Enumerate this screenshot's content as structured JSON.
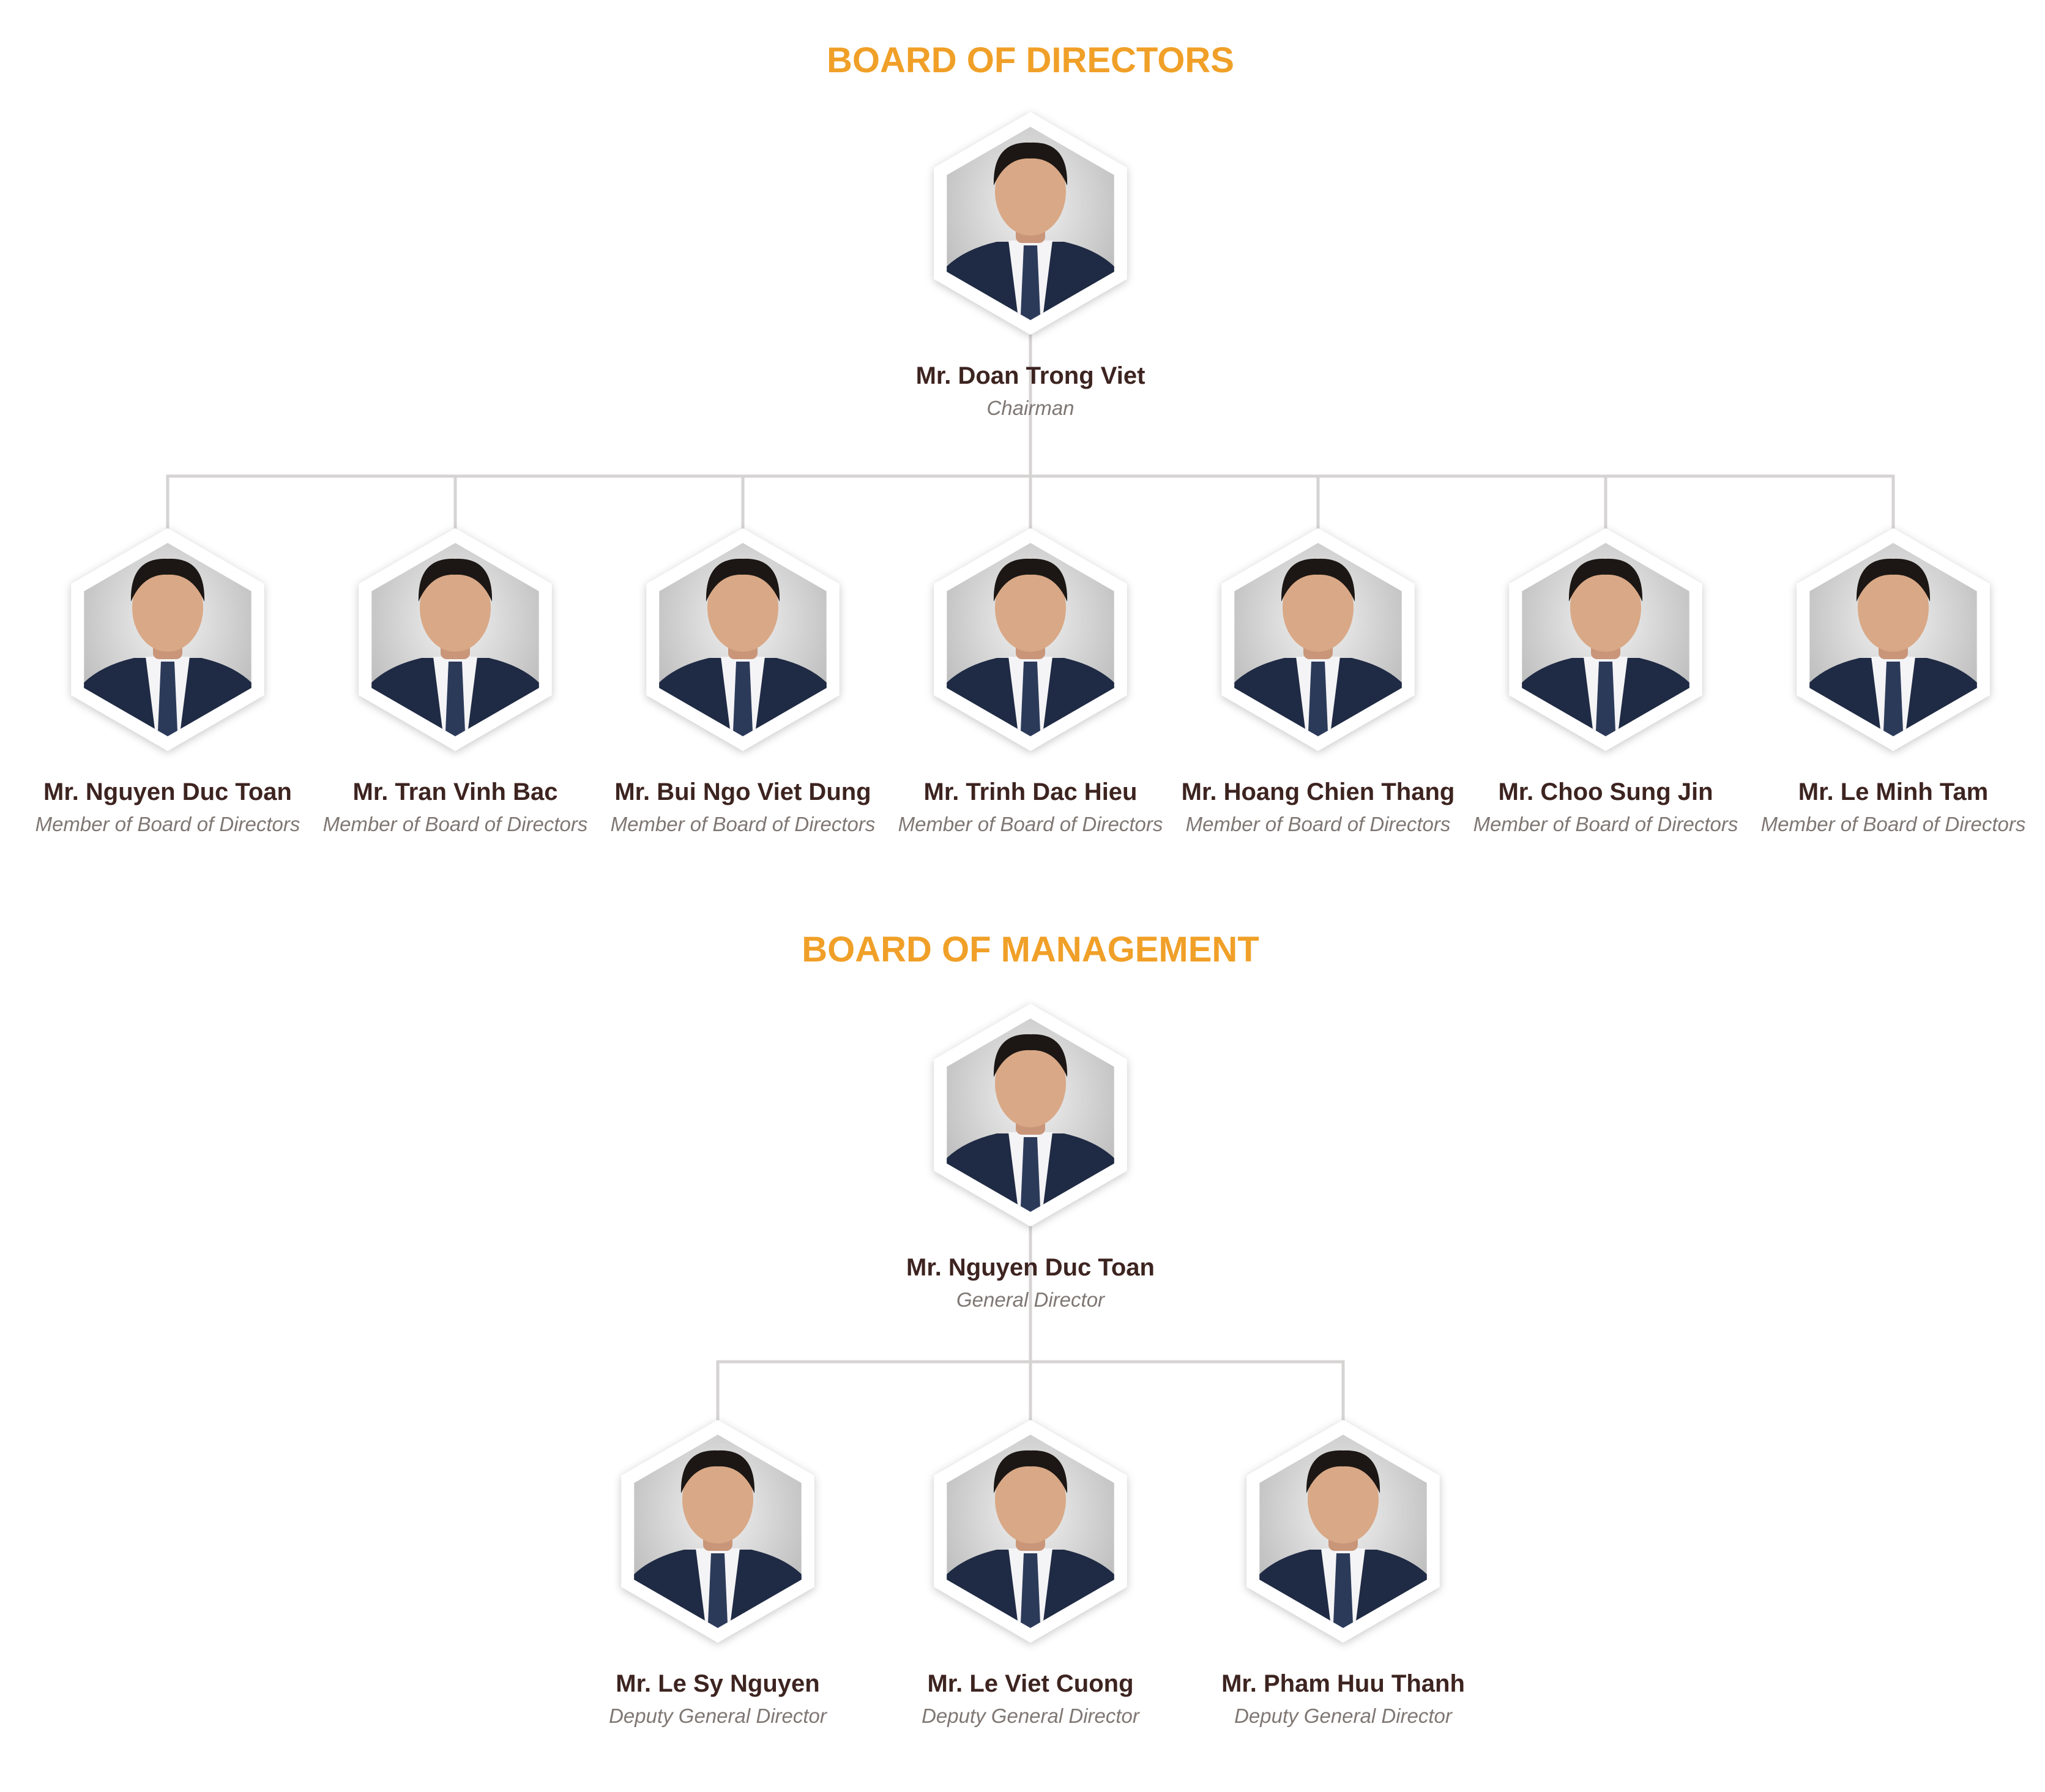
{
  "colors": {
    "title": "#f0a028",
    "name": "#3d2420",
    "role": "#7f7773",
    "connector": "#d6d3d3",
    "hex_frame": "#ffffff",
    "photo_background": "#d8d8d8"
  },
  "board_of_directors": {
    "title": "BOARD OF DIRECTORS",
    "chairman": {
      "name": "Mr. Doan Trong Viet",
      "role": "Chairman",
      "photo": "portrait-photo"
    },
    "members": [
      {
        "name": "Mr. Nguyen Duc Toan",
        "role": "Member of Board of Directors",
        "photo": "portrait-photo"
      },
      {
        "name": "Mr. Tran Vinh Bac",
        "role": "Member of Board of Directors",
        "photo": "portrait-photo"
      },
      {
        "name": "Mr. Bui Ngo Viet Dung",
        "role": "Member of Board of Directors",
        "photo": "portrait-photo"
      },
      {
        "name": "Mr. Trinh Dac Hieu",
        "role": "Member of Board of Directors",
        "photo": "portrait-photo"
      },
      {
        "name": "Mr. Hoang Chien Thang",
        "role": "Member of Board of Directors",
        "photo": "portrait-photo"
      },
      {
        "name": "Mr. Choo Sung Jin",
        "role": "Member of Board of Directors",
        "photo": "portrait-photo"
      },
      {
        "name": "Mr. Le Minh Tam",
        "role": "Member of Board of Directors",
        "photo": "portrait-photo"
      }
    ]
  },
  "board_of_management": {
    "title": "BOARD OF MANAGEMENT",
    "general_director": {
      "name": "Mr. Nguyen Duc Toan",
      "role": "General Director",
      "photo": "portrait-photo"
    },
    "deputies": [
      {
        "name": "Mr. Le Sy Nguyen",
        "role": "Deputy General Director",
        "photo": "portrait-photo"
      },
      {
        "name": "Mr. Le Viet Cuong",
        "role": "Deputy General Director",
        "photo": "portrait-photo"
      },
      {
        "name": "Mr. Pham Huu Thanh",
        "role": "Deputy General Director",
        "photo": "portrait-photo"
      }
    ]
  }
}
